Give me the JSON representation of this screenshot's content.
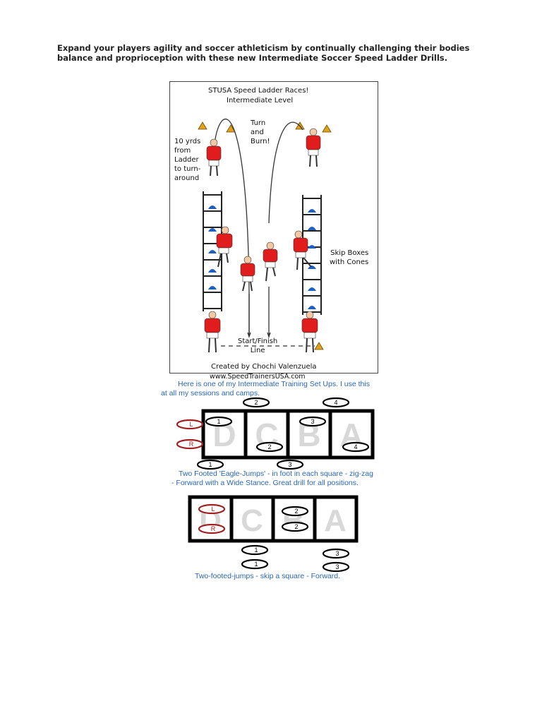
{
  "intro": {
    "text": "Expand your players agility and soccer athleticism by continually challenging their bodies balance and proprioception with these new Intermediate Soccer Speed Ladder Drills."
  },
  "figure": {
    "title": "STUSA Speed Ladder Races!",
    "subtitle": "Intermediate Level",
    "label_turn": [
      "Turn",
      "and",
      "Burn!"
    ],
    "label_distance": [
      "10 yrds",
      "from",
      "Ladder",
      "to turn-",
      "around"
    ],
    "label_skip": [
      "Skip Boxes",
      "with Cones"
    ],
    "label_start": [
      "Start/Finish",
      "Line"
    ],
    "credit": "Created by Chochi Valenzuela",
    "url": "www.SpeedTrainersUSA.com",
    "colors": {
      "jersey": "#e01c1c",
      "cone": "#e0a21a",
      "ladder_cone": "#1e5fc2"
    }
  },
  "caption1": "Here is one of my Intermediate Training Set Ups. I use this at all my sessions and camps.",
  "drill1": {
    "boxes": [
      "D",
      "C",
      "B",
      "A"
    ],
    "foot_left": "L",
    "foot_right": "R",
    "numbers": [
      "1",
      "1",
      "2",
      "2",
      "3",
      "3",
      "4",
      "4"
    ]
  },
  "caption2": "Two Footed 'Eagle-Jumps' - in foot in each square - zig-zag - Forward with a Wide Stance. Great drill for all positions.",
  "drill2": {
    "boxes": [
      "D",
      "C",
      "B",
      "A"
    ],
    "foot_left": "L",
    "foot_right": "R",
    "numbers": [
      "1",
      "1",
      "2",
      "2",
      "3",
      "3"
    ]
  },
  "caption3": "Two-footed-jumps - skip a square - Forward."
}
